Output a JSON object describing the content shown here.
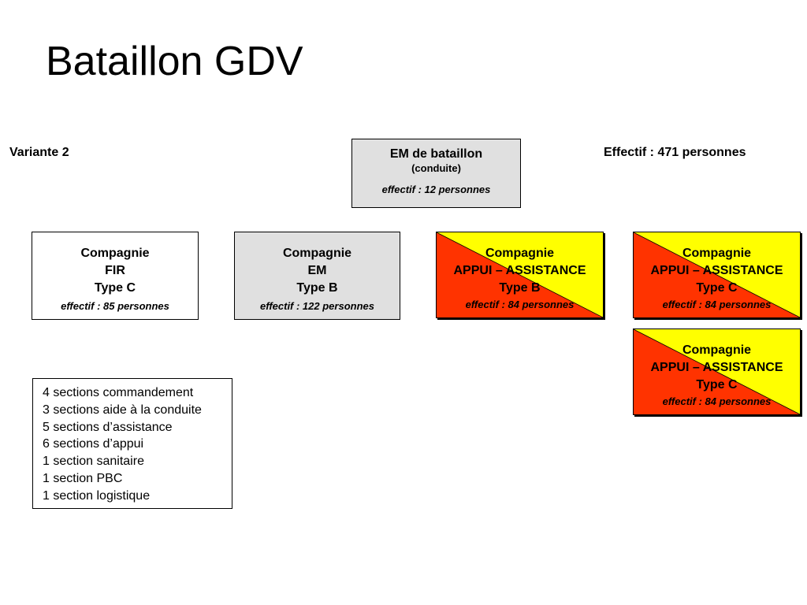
{
  "title": "Bataillon GDV",
  "variant": "Variante 2",
  "total": "Effectif : 471  personnes",
  "colors": {
    "red": "#ff3300",
    "yellow": "#ffff00",
    "grey": "#e0e0e0"
  },
  "em": {
    "name": "EM de bataillon",
    "sub": "(conduite)",
    "effectif": "effectif : 12 personnes"
  },
  "companies": [
    {
      "lines": [
        "Compagnie",
        "FIR",
        "Type C"
      ],
      "effectif": "effectif : 85 personnes"
    },
    {
      "lines": [
        "Compagnie",
        "EM",
        "Type B"
      ],
      "effectif": "effectif : 122 personnes"
    },
    {
      "lines": [
        "Compagnie",
        "APPUI – ASSISTANCE",
        "Type B"
      ],
      "effectif": "effectif : 84 personnes"
    },
    {
      "lines": [
        "Compagnie",
        "APPUI – ASSISTANCE",
        "Type C"
      ],
      "effectif": "effectif : 84 personnes"
    },
    {
      "lines": [
        "Compagnie",
        "APPUI – ASSISTANCE",
        "Type C"
      ],
      "effectif": "effectif : 84 personnes"
    }
  ],
  "sections": [
    "4 sections commandement",
    "3 sections aide à la conduite",
    "5 sections d’assistance",
    "6 sections d’appui",
    "1 section sanitaire",
    "1 section PBC",
    "1 section logistique"
  ]
}
